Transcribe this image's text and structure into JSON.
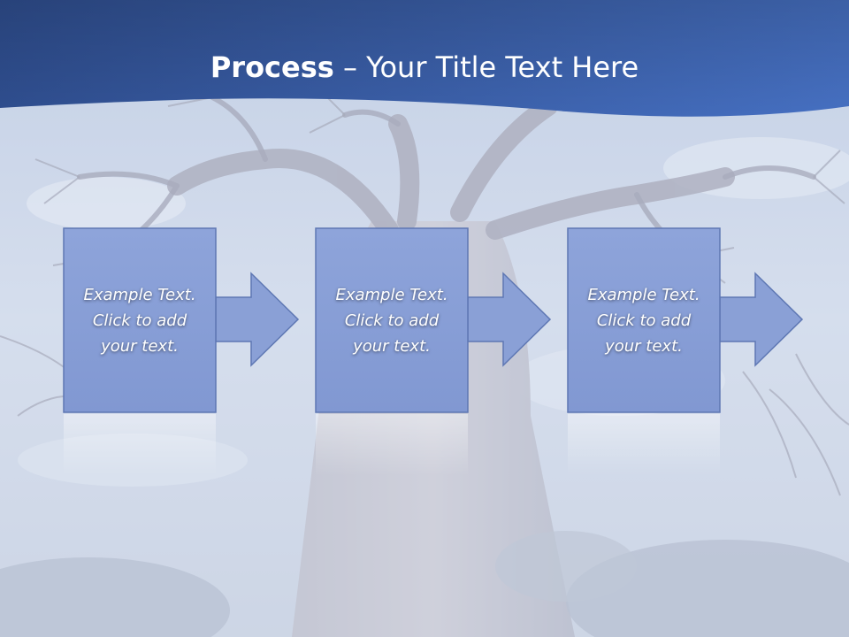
{
  "slide": {
    "title_bold": "Process",
    "title_rest": " – Your Title Text Here",
    "steps": [
      {
        "line1": "Example Text.",
        "line2": "Click  to add",
        "line3": "your text."
      },
      {
        "line1": "Example Text.",
        "line2": "Click  to add",
        "line3": "your text."
      },
      {
        "line1": "Example Text.",
        "line2": "Click  to add",
        "line3": "your text."
      }
    ]
  },
  "colors": {
    "header_dark": "#2e4a86",
    "header_light": "#4a6fbf",
    "box_fill": "#8aa0d6",
    "box_border": "#5e77b3",
    "sky": "#c8d4e8"
  },
  "background": {
    "description_icon": "baobab-tree-image"
  }
}
